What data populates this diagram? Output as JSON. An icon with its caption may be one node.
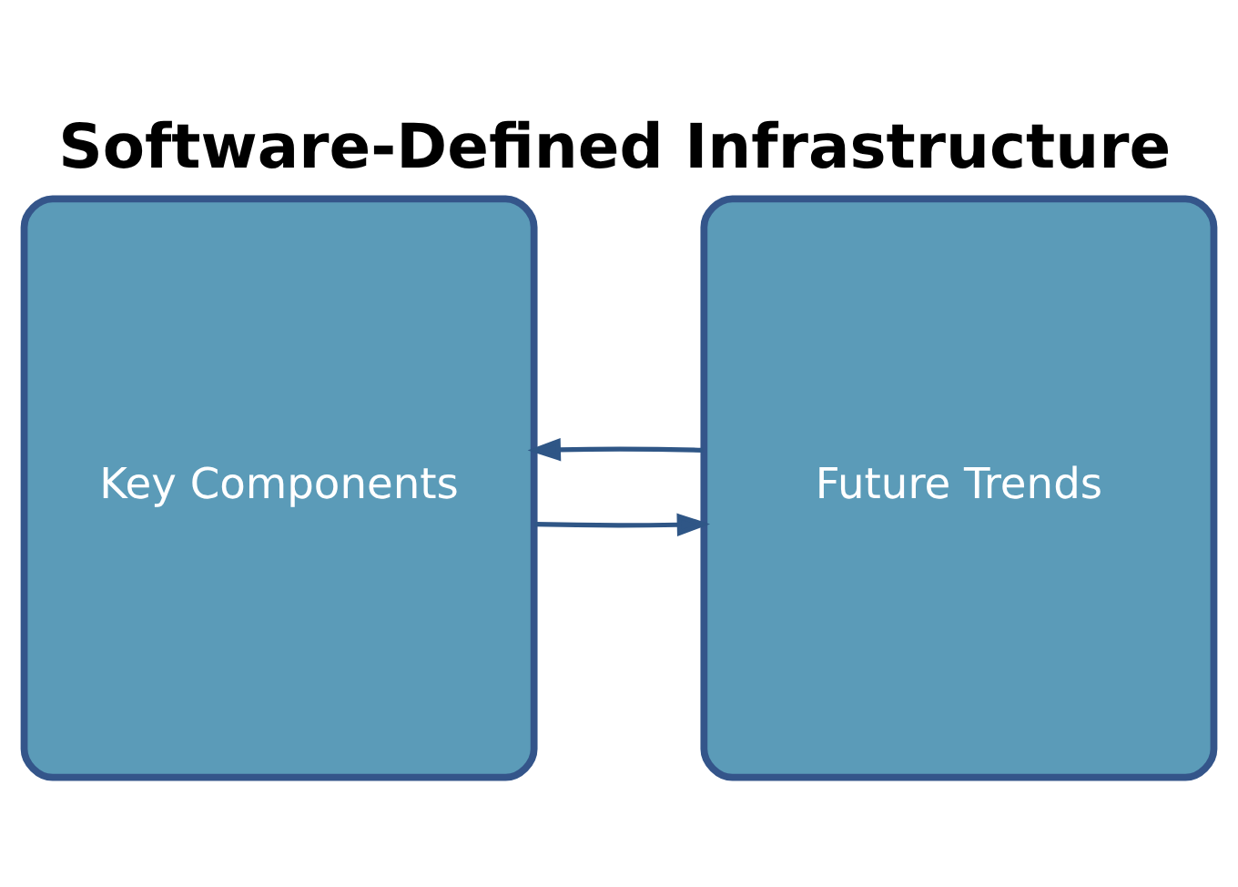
{
  "diagram": {
    "title": "Software-Defined Infrastructure",
    "nodes": [
      {
        "text": [
          "Key Components"
        ]
      },
      {
        "text": [
          "Future Trends"
        ]
      }
    ],
    "edges": [
      {
        "from": 1,
        "to": 0,
        "arrow": "to"
      },
      {
        "from": 0,
        "to": 1,
        "arrow": "to"
      }
    ]
  }
}
